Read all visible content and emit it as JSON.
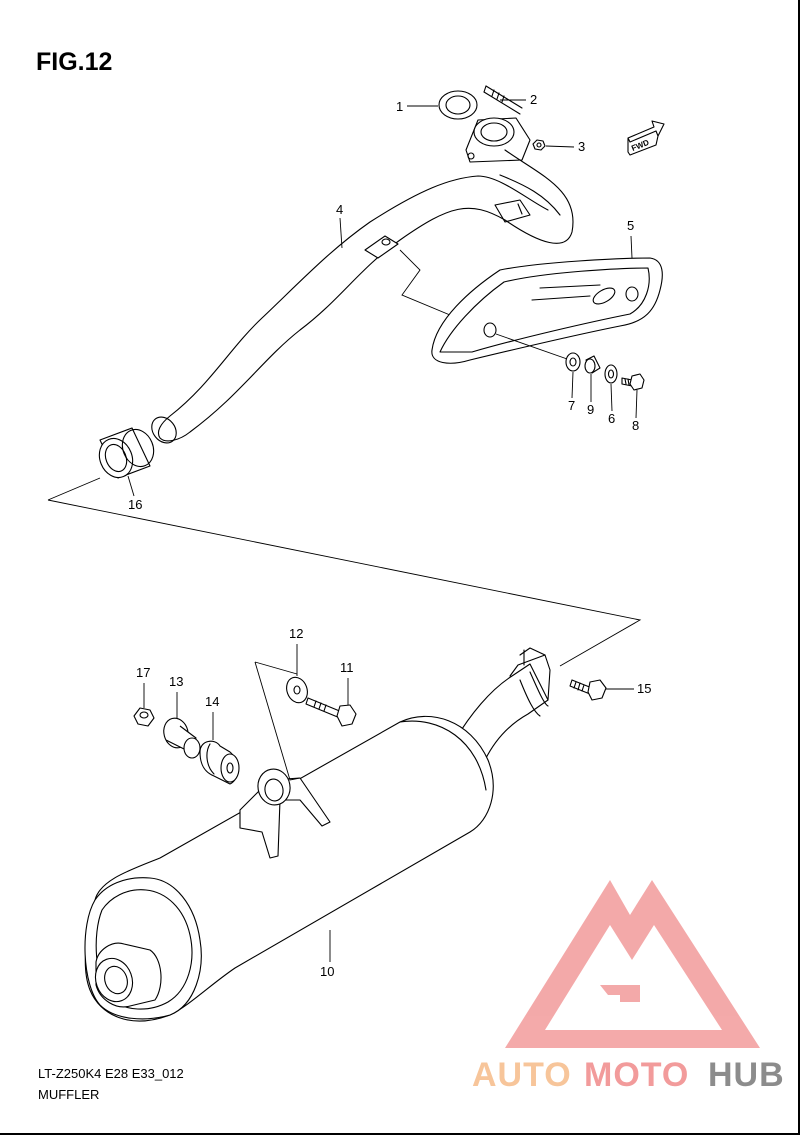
{
  "figure": {
    "title": "FIG.12",
    "model_code": "LT-Z250K4 E28 E33_012",
    "section_name": "MUFFLER",
    "fwd_label": "FWD"
  },
  "callouts": [
    {
      "id": "c1",
      "label": "1"
    },
    {
      "id": "c2",
      "label": "2"
    },
    {
      "id": "c3",
      "label": "3"
    },
    {
      "id": "c4",
      "label": "4"
    },
    {
      "id": "c5",
      "label": "5"
    },
    {
      "id": "c6",
      "label": "6"
    },
    {
      "id": "c7",
      "label": "7"
    },
    {
      "id": "c8",
      "label": "8"
    },
    {
      "id": "c9",
      "label": "9"
    },
    {
      "id": "c10",
      "label": "10"
    },
    {
      "id": "c11",
      "label": "11"
    },
    {
      "id": "c12",
      "label": "12"
    },
    {
      "id": "c13",
      "label": "13"
    },
    {
      "id": "c14",
      "label": "14"
    },
    {
      "id": "c15",
      "label": "15"
    },
    {
      "id": "c16",
      "label": "16"
    },
    {
      "id": "c17",
      "label": "17"
    }
  ],
  "watermark": {
    "part_auto": "AUTO",
    "part_moto": "MOTO",
    "part_hub": "HUB",
    "color_auto": "#f7c59a",
    "color_moto": "#f29b9b",
    "color_hub": "#8c8c8c",
    "logo_color": "#f29b9b"
  }
}
